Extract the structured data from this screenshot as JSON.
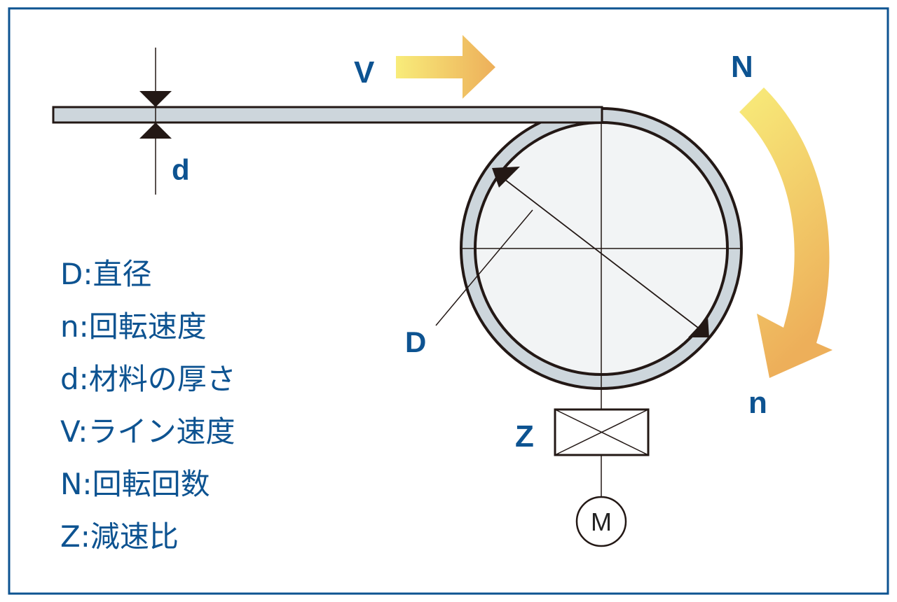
{
  "labels": {
    "V": "V",
    "N": "N",
    "n": "n",
    "d": "d",
    "D": "D",
    "Z": "Z",
    "M": "M"
  },
  "legend": [
    "D:直径",
    "n:回転速度",
    "d:材料の厚さ",
    "V:ライン速度",
    "N:回転回数",
    "Z:減速比"
  ],
  "colors": {
    "frame": "#0d5391",
    "text": "#0d5391",
    "material": "#cdd6dc",
    "drum": "#f2f4f5",
    "arrow_start": "#f8ec7a",
    "arrow_end": "#edaf5a"
  }
}
